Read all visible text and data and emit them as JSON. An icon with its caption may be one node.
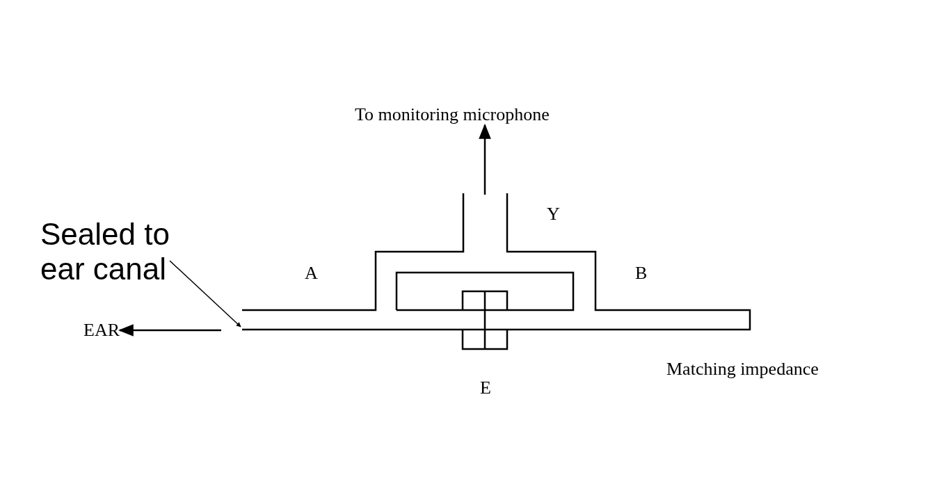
{
  "diagram": {
    "nodes": [
      {
        "text": [
          "Sealed to ear canal"
        ]
      },
      {
        "text": [
          "To monitoring microphone"
        ]
      },
      {
        "text": [
          "EAR"
        ]
      }
    ],
    "edges": [
      {
        "from": 0,
        "to": null,
        "arrow": "to"
      },
      {
        "from": null,
        "to": 1,
        "arrow": "to"
      },
      {
        "from": null,
        "to": 2,
        "arrow": "to"
      }
    ],
    "labels": [
      "A",
      "Y",
      "B",
      "E",
      "Matching impedance"
    ]
  }
}
